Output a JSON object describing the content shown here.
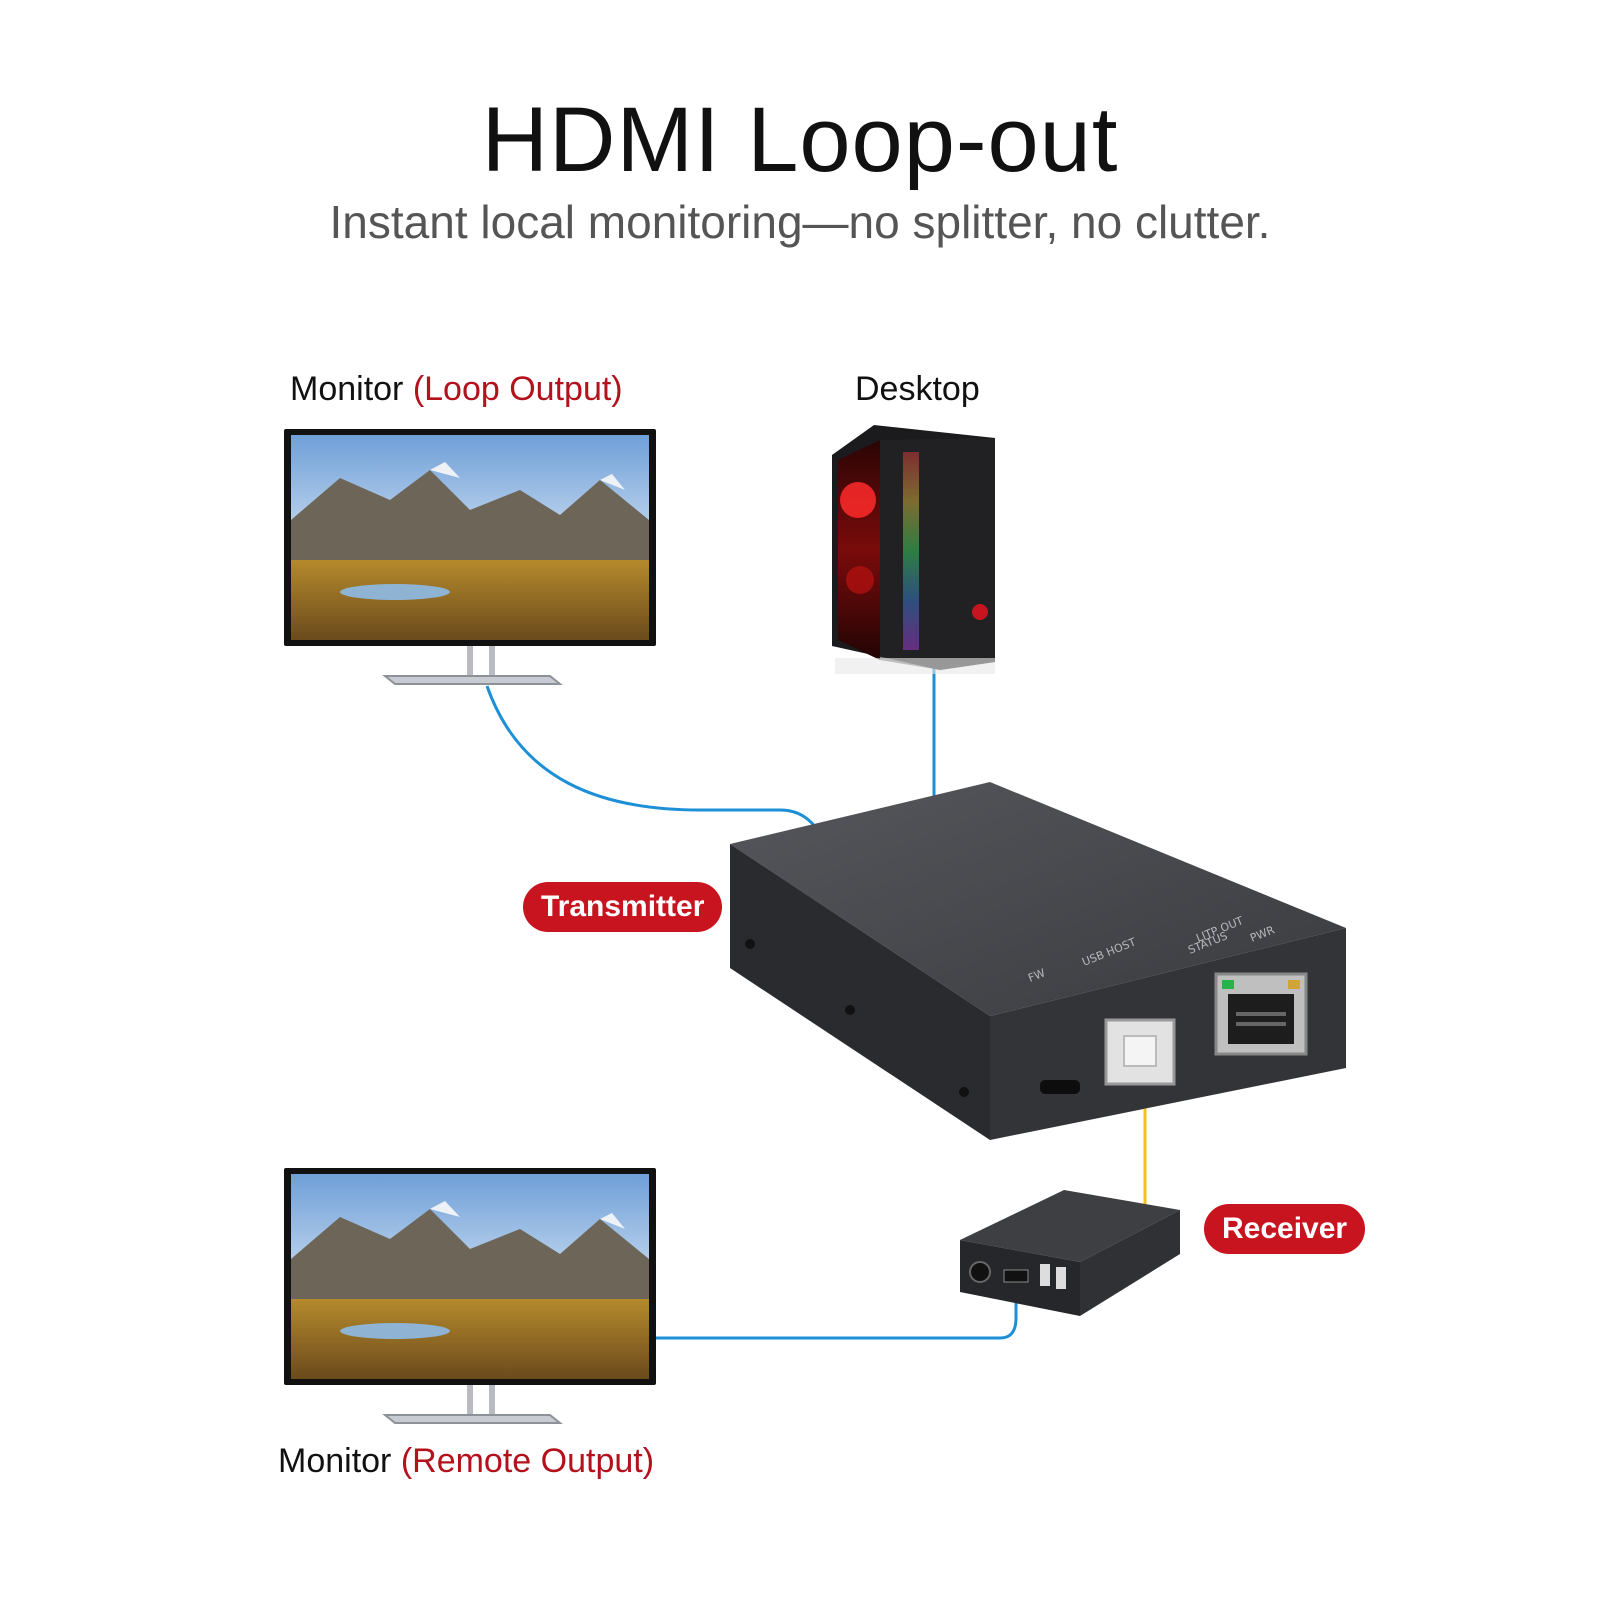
{
  "header": {
    "title": "HDMI Loop-out",
    "subtitle": "Instant local monitoring—no splitter, no clutter."
  },
  "labels": {
    "monitor_loop": {
      "prefix": "Monitor",
      "accent": "(Loop Output)"
    },
    "desktop": "Desktop",
    "monitor_remote": {
      "prefix": "Monitor",
      "accent": "(Remote Output)"
    },
    "transmitter": "Transmitter",
    "receiver": "Receiver"
  },
  "device_markings": {
    "tx_ports": [
      "FW",
      "USB HOST",
      "LITP OUT",
      "STATUS",
      "PWR"
    ]
  },
  "colors": {
    "accent_red": "#c8141e",
    "hdmi_cable": "#1d8fd6",
    "link_cable": "#f3c21b",
    "device_body": "#2f3033"
  },
  "icons": {
    "monitor": "monitor-icon",
    "desktop": "desktop-tower-icon",
    "transmitter": "transmitter-box-icon",
    "receiver": "receiver-box-icon"
  }
}
